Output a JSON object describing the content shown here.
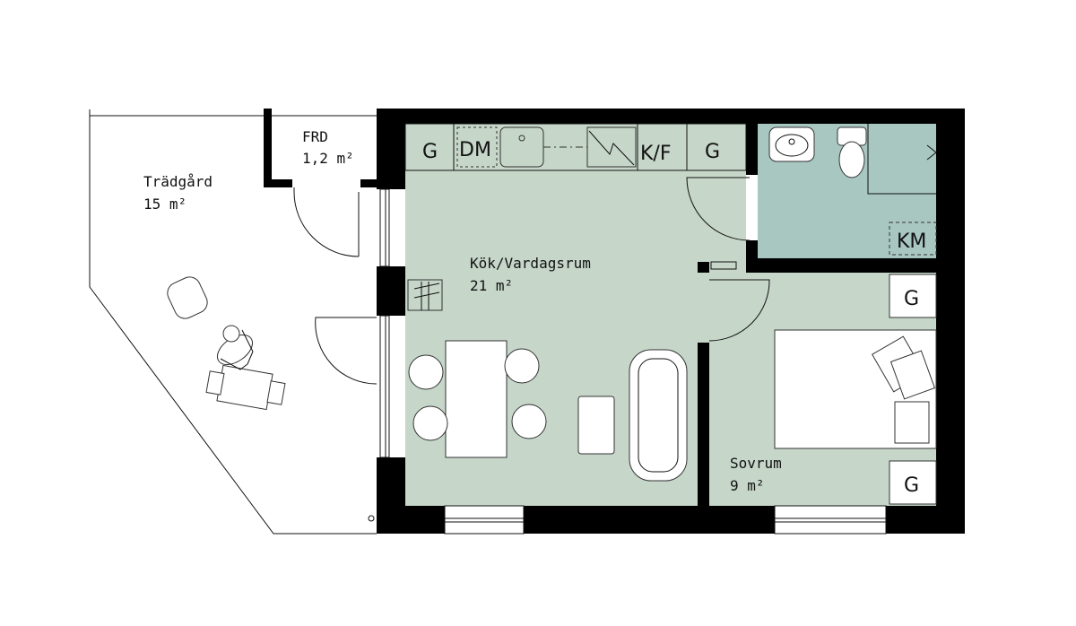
{
  "colors": {
    "wall": "#000000",
    "floor_main": "#c6d6c9",
    "floor_bath": "#a9c7c1",
    "outline": "#111111",
    "furniture": "#ffffff"
  },
  "rooms": {
    "garden": {
      "name": "Trädgård",
      "area": "15 m²"
    },
    "frd": {
      "name": "FRD",
      "area": "1,2 m²"
    },
    "living": {
      "name": "Kök/Vardagsrum",
      "area": "21 m²"
    },
    "bedroom": {
      "name": "Sovrum",
      "area": "9 m²"
    }
  },
  "kitchen_labels": {
    "g_left": "G",
    "dm": "DM",
    "kf": "K/F",
    "g_right": "G"
  },
  "bath_labels": {
    "km": "KM"
  },
  "bedroom_labels": {
    "g_top": "G",
    "g_bottom": "G"
  }
}
